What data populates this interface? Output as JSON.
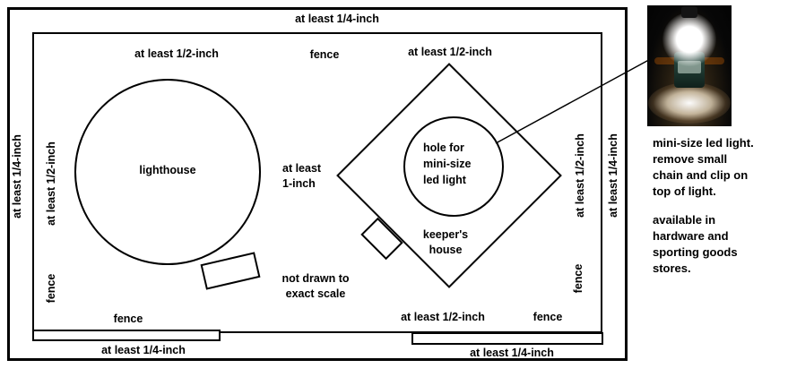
{
  "canvas": {
    "background_color": "#ffffff",
    "line_color": "#000000"
  },
  "diagram": {
    "margins": {
      "top": "at least 1/4-inch",
      "left": "at least 1/4-inch",
      "right": "at least 1/4-inch",
      "bottom_left": "at least 1/4-inch",
      "bottom_right": "at least 1/4-inch"
    },
    "clearances": {
      "top_left": "at least 1/2-inch",
      "top_right": "at least 1/2-inch",
      "left": "at least 1/2-inch",
      "right": "at least 1/2-inch",
      "bottom": "at least 1/2-inch",
      "center_line1": "at least",
      "center_line2": "1-inch"
    },
    "fence": {
      "top": "fence",
      "left": "fence",
      "right": "fence",
      "bottom_left": "fence",
      "bottom_right": "fence"
    },
    "shapes": {
      "lighthouse": "lighthouse",
      "keepers_line1": "keeper's",
      "keepers_line2": "house",
      "hole_line1": "hole for",
      "hole_line2": "mini-size",
      "hole_line3": "led light"
    },
    "note": {
      "line1": "not drawn to",
      "line2": "exact scale"
    }
  },
  "sidebar": {
    "para1": [
      "mini-size led light.",
      "remove small",
      "chain and clip on",
      "top of light."
    ],
    "para2": [
      "available in",
      "hardware and",
      "sporting goods",
      "stores."
    ]
  }
}
